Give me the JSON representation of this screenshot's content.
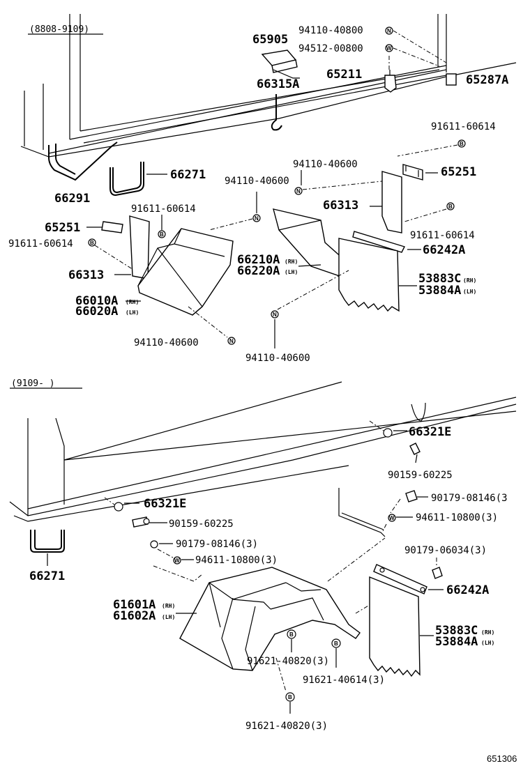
{
  "sections": {
    "top_header": "(8808-9109)",
    "bottom_header": "(9109-      )"
  },
  "labels": {
    "p65905": "65905",
    "p94110_40800": "94110-40800",
    "p94512_00800": "94512-00800",
    "p65211": "65211",
    "p65287A": "65287A",
    "p66315A": "66315A",
    "p91611_60614_a": "91611-60614",
    "p94110_40600_a": "94110-40600",
    "p94110_40600_b": "94110-40600",
    "p65251_a": "65251",
    "p66291": "66291",
    "p66271_a": "66271",
    "p66313_a": "66313",
    "p91611_60614_b": "91611-60614",
    "p91611_60614_c": "91611-60614",
    "p65251_b": "65251",
    "p91611_60614_d": "91611-60614",
    "p66210A": "66210A",
    "p66220A": "66220A",
    "p66242A_a": "66242A",
    "p66313_b": "66313",
    "p53883C_a": "53883C",
    "p53884A_a": "53884A",
    "p66010A": "66010A",
    "p66020A": "66020A",
    "p94110_40600_c": "94110-40600",
    "p94110_40600_d": "94110-40600",
    "p66321E_a": "66321E",
    "p90159_60225_a": "90159-60225",
    "p90179_08146_a": "90179-08146(3",
    "p94611_10800_a": "94611-10800(3)",
    "p66321E_b": "66321E",
    "p90159_60225_b": "90159-60225",
    "p90179_08146_b": "90179-08146(3)",
    "p94611_10800_b": "94611-10800(3)",
    "p90179_06034": "90179-06034(3)",
    "p66271_b": "66271",
    "p66242A_b": "66242A",
    "p61601A": "61601A",
    "p61602A": "61602A",
    "p53883C_b": "53883C",
    "p53884A_b": "53884A",
    "p91621_40820_a": "91621-40820(3)",
    "p91621_40614": "91621-40614(3)",
    "p91621_40820_b": "91621-40820(3)"
  },
  "side_marks": {
    "rh": "(RH)",
    "lh": "(LH)"
  },
  "markers": {
    "N": "N",
    "W": "W",
    "B": "B"
  },
  "reference_number": "651306"
}
